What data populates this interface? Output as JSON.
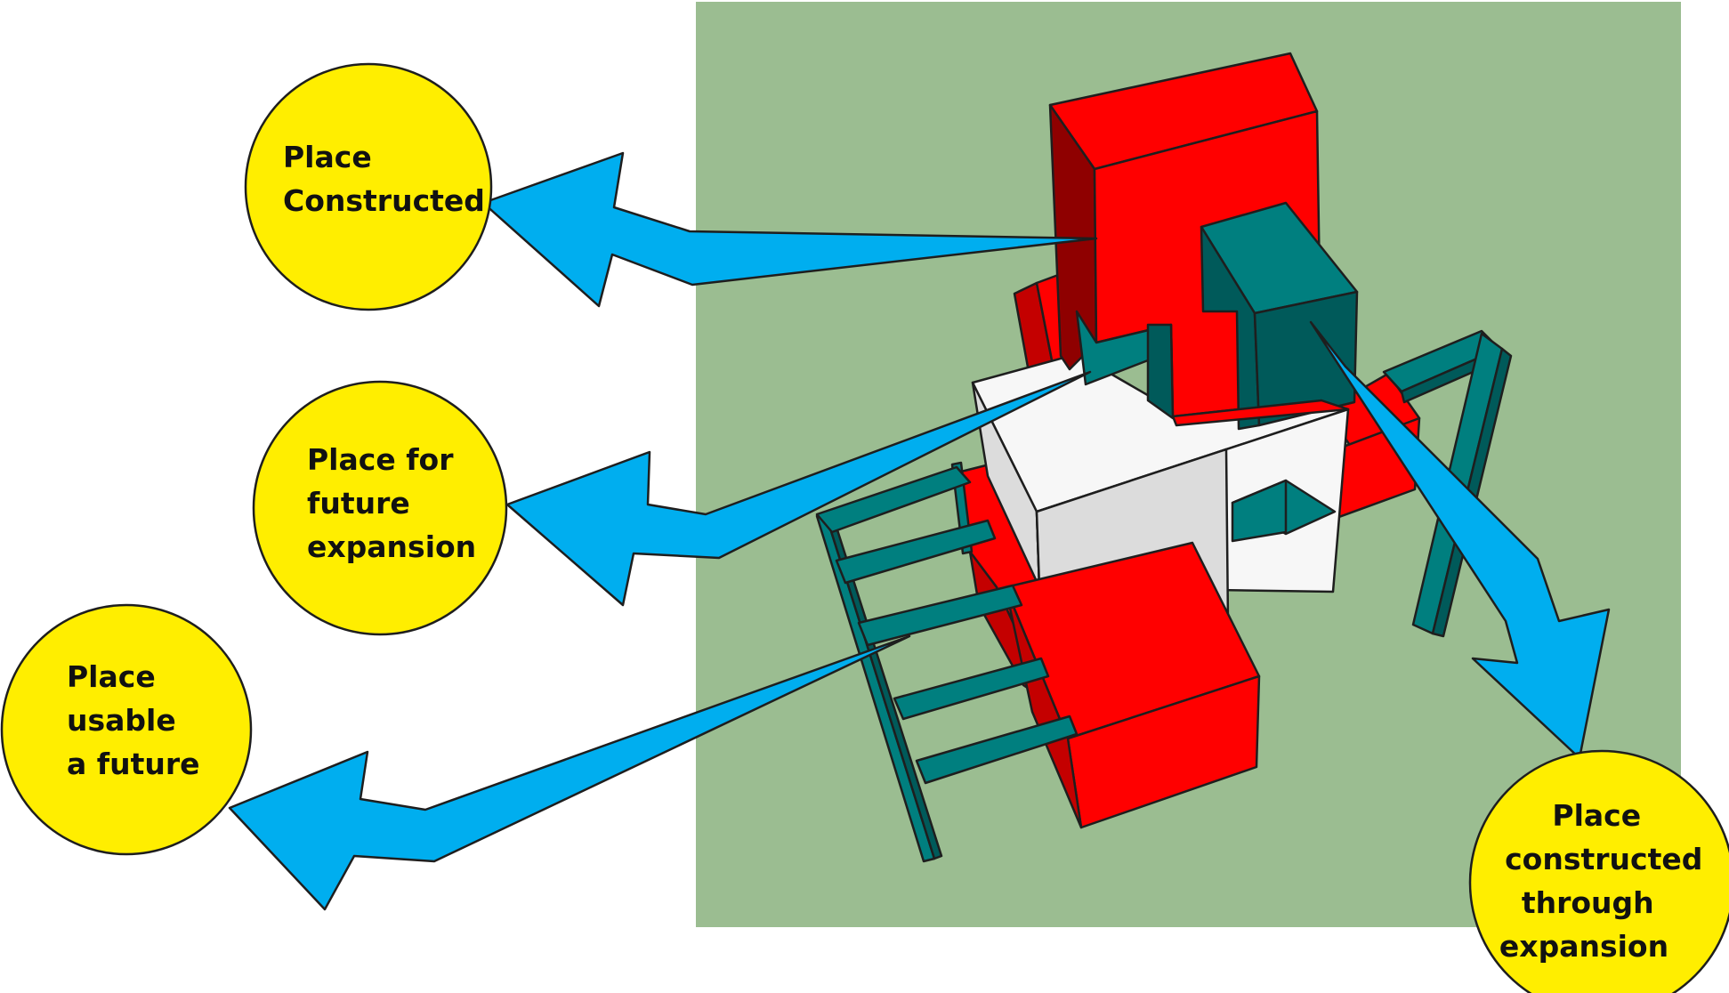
{
  "diagram": {
    "colors": {
      "ground": "#9bbd91",
      "block_red": "#ff0000",
      "block_red_dark": "#c40000",
      "block_red_side": "#8f0000",
      "block_white": "#f7f7f7",
      "block_white_side": "#dcdcdc",
      "block_teal": "#007f7f",
      "block_teal_dark": "#005a5a",
      "arrow": "#00aeef",
      "callout": "#ffee00"
    },
    "callouts": [
      {
        "id": "constructed",
        "lines": [
          "Place",
          "Constructed"
        ]
      },
      {
        "id": "future-expansion",
        "lines": [
          "Place for",
          "future",
          "expansion"
        ]
      },
      {
        "id": "usable-future",
        "lines": [
          "Place",
          "usable",
          "a future"
        ]
      },
      {
        "id": "through-expansion",
        "lines": [
          "Place",
          "constructed",
          "through",
          "expansion"
        ]
      }
    ]
  }
}
